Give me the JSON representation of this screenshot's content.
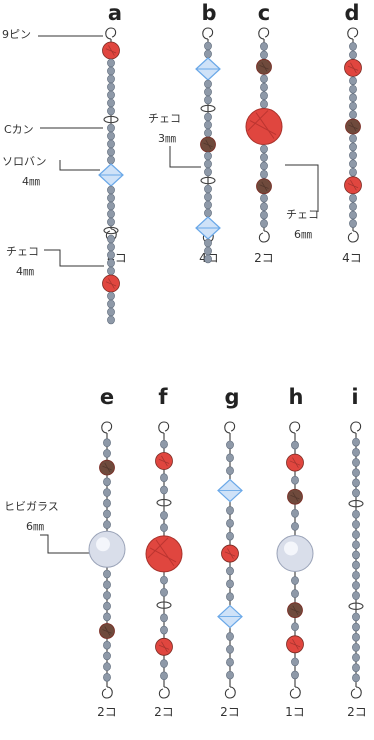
{
  "strands": [
    {
      "id": "a",
      "count": "4コ",
      "beads": [
        "red",
        "grayx7",
        "ring",
        "grayx5",
        "blue-bicone",
        "grayx5",
        "ring",
        "grayx5",
        "red",
        "grayx4"
      ]
    },
    {
      "id": "b",
      "count": "4コ",
      "beads": [
        "grayx2",
        "blue-bicone",
        "grayx3",
        "ring",
        "grayx3",
        "brown",
        "grayx3",
        "ring",
        "grayx4",
        "blue-bicone",
        "grayx3"
      ]
    },
    {
      "id": "c",
      "count": "2コ",
      "beads": [
        "grayx2",
        "brown",
        "grayx4",
        "red-large",
        "grayx4",
        "brown",
        "grayx4"
      ]
    },
    {
      "id": "d",
      "count": "4コ",
      "beads": [
        "grayx2",
        "red",
        "grayx5",
        "brown",
        "grayx5",
        "red",
        "grayx4"
      ]
    },
    {
      "id": "e",
      "count": "2コ",
      "beads": [
        "grayx2",
        "brown",
        "grayx5",
        "clear-large",
        "grayx5",
        "brown",
        "grayx4"
      ]
    },
    {
      "id": "f",
      "count": "2コ",
      "beads": [
        "grayx1",
        "red",
        "grayx2",
        "ring",
        "grayx2",
        "red-large",
        "grayx2",
        "ring",
        "grayx2",
        "red",
        "grayx2"
      ]
    },
    {
      "id": "g",
      "count": "2コ",
      "beads": [
        "grayx3",
        "blue-bicone",
        "grayx3",
        "red",
        "grayx3",
        "blue-bicone",
        "grayx4"
      ]
    },
    {
      "id": "h",
      "count": "1コ",
      "beads": [
        "grayx1",
        "red",
        "grayx1",
        "brown",
        "grayx2",
        "clear-large",
        "grayx2",
        "brown",
        "grayx1",
        "red",
        "grayx2"
      ]
    },
    {
      "id": "i",
      "count": "2コ",
      "beads": [
        "grayx6",
        "ring",
        "grayx9",
        "ring",
        "grayx7"
      ]
    }
  ],
  "callouts": {
    "pin": "9ピン",
    "c_ring": "Cカン",
    "soroban": "ソロバン",
    "soroban_size": "4㎜",
    "czech_a": "チェコ",
    "czech_a_size": "4㎜",
    "czech_b": "チェコ",
    "czech_b_size": "3㎜",
    "czech_c": "チェコ",
    "czech_c_size": "6㎜",
    "crackle": "ヒビガラス",
    "crackle_size": "6㎜"
  },
  "colors": {
    "red": "#e0463f",
    "brown": "#6f4a3c",
    "gray": "#8e99a8",
    "blue": "#6aa8e8",
    "clear": "#d9deea"
  }
}
